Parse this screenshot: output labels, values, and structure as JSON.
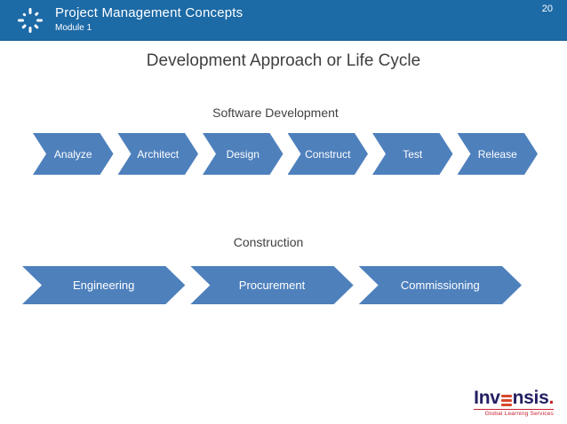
{
  "slide_number": "20",
  "header": {
    "title": "Project Management Concepts",
    "subtitle": "Module 1"
  },
  "title": "Development Approach or Life Cycle",
  "sections": [
    {
      "label": "Software Development",
      "steps": [
        "Analyze",
        "Architect",
        "Design",
        "Construct",
        "Test",
        "Release"
      ]
    },
    {
      "label": "Construction",
      "steps": [
        "Engineering",
        "Procurement",
        "Commissioning"
      ]
    }
  ],
  "logo": {
    "brand_pre": "Inv",
    "brand_post": "nsis",
    "brand_period": ".",
    "tagline": "Global Learning Services"
  },
  "colors": {
    "header_blue": "#1c6aa6",
    "chevron_blue": "#4e80bc",
    "title_gray": "#404040",
    "logo_navy": "#232063",
    "logo_red": "#c81f2e",
    "logo_orange": "#d9482b"
  }
}
